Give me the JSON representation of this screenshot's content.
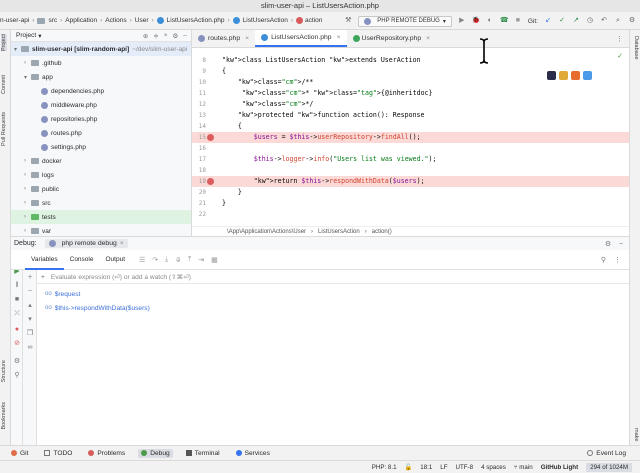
{
  "window": {
    "title": "slim-user-api – ListUsersAction.php"
  },
  "navbar": {
    "crumbs": [
      "n-user-api",
      "src",
      "Application",
      "Actions",
      "User",
      "ListUsersAction.php",
      "ListUsersAction",
      "action"
    ],
    "run_config": "PHP REMOTE DEBUG",
    "git_label": "Git:"
  },
  "left_strip": {
    "project": "Project",
    "commit": "Commit",
    "pull_requests": "Pull Requests",
    "structure": "Structure",
    "bookmarks": "Bookmarks"
  },
  "right_strip": {
    "database": "Database",
    "make": "make"
  },
  "project_panel": {
    "title": "Project",
    "root": {
      "name": "slim-user-api [slim-random-api]",
      "path": "~/dev/slim-user-api"
    },
    "items": [
      {
        "label": ".github",
        "kind": "folder",
        "indent": 1
      },
      {
        "label": "app",
        "kind": "folder",
        "indent": 1
      },
      {
        "label": "dependencies.php",
        "kind": "php",
        "indent": 2
      },
      {
        "label": "middleware.php",
        "kind": "php",
        "indent": 2
      },
      {
        "label": "repositories.php",
        "kind": "php",
        "indent": 2
      },
      {
        "label": "routes.php",
        "kind": "php",
        "indent": 2
      },
      {
        "label": "settings.php",
        "kind": "php",
        "indent": 2
      },
      {
        "label": "docker",
        "kind": "folder",
        "indent": 1
      },
      {
        "label": "logs",
        "kind": "folder",
        "indent": 1
      },
      {
        "label": "public",
        "kind": "folder",
        "indent": 1
      },
      {
        "label": "src",
        "kind": "folder",
        "indent": 1
      },
      {
        "label": "tests",
        "kind": "folder",
        "indent": 1
      },
      {
        "label": "var",
        "kind": "folder",
        "indent": 1
      }
    ]
  },
  "tabs": [
    {
      "label": "routes.php",
      "active": false
    },
    {
      "label": "ListUsersAction.php",
      "active": true
    },
    {
      "label": "UserRepository.php",
      "active": false
    }
  ],
  "editor": {
    "lines": [
      {
        "n": "8",
        "text": "class ListUsersAction extends UserAction"
      },
      {
        "n": "9",
        "text": "{"
      },
      {
        "n": "10",
        "text": "    /**"
      },
      {
        "n": "11",
        "text": "     * {@inheritdoc}"
      },
      {
        "n": "12",
        "text": "     */"
      },
      {
        "n": "13",
        "text": "    protected function action(): Response"
      },
      {
        "n": "14",
        "text": "    {"
      },
      {
        "n": "15",
        "text": "        $users = $this->userRepository->findAll();"
      },
      {
        "n": "16",
        "text": ""
      },
      {
        "n": "17",
        "text": "        $this->logger->info(\"Users list was viewed.\");"
      },
      {
        "n": "18",
        "text": ""
      },
      {
        "n": "19",
        "text": "        return $this->respondWithData($users);"
      },
      {
        "n": "20",
        "text": "    }"
      },
      {
        "n": "21",
        "text": "}"
      },
      {
        "n": "22",
        "text": ""
      }
    ],
    "breadcrumb": [
      "\\App\\Application\\Actions\\User",
      "ListUsersAction",
      "action()"
    ]
  },
  "debug": {
    "label": "Debug:",
    "session": "php remote debug",
    "tabs": [
      "Variables",
      "Console",
      "Output"
    ],
    "eval_placeholder": "Evaluate expression (⏎) or add a watch (⇧⌘⏎)",
    "vars": [
      "$request",
      "$this->respondWithData($users)"
    ]
  },
  "bottom_tools": [
    "Git",
    "TODO",
    "Problems",
    "Debug",
    "Terminal",
    "Services"
  ],
  "event_log": "Event Log",
  "status": {
    "php": "PHP: 8.1",
    "position": "18:1",
    "line_sep": "LF",
    "encoding": "UTF-8",
    "indent": "4 spaces",
    "branch": "main",
    "theme": "GitHub Light",
    "memory": "294 of 1024M"
  }
}
